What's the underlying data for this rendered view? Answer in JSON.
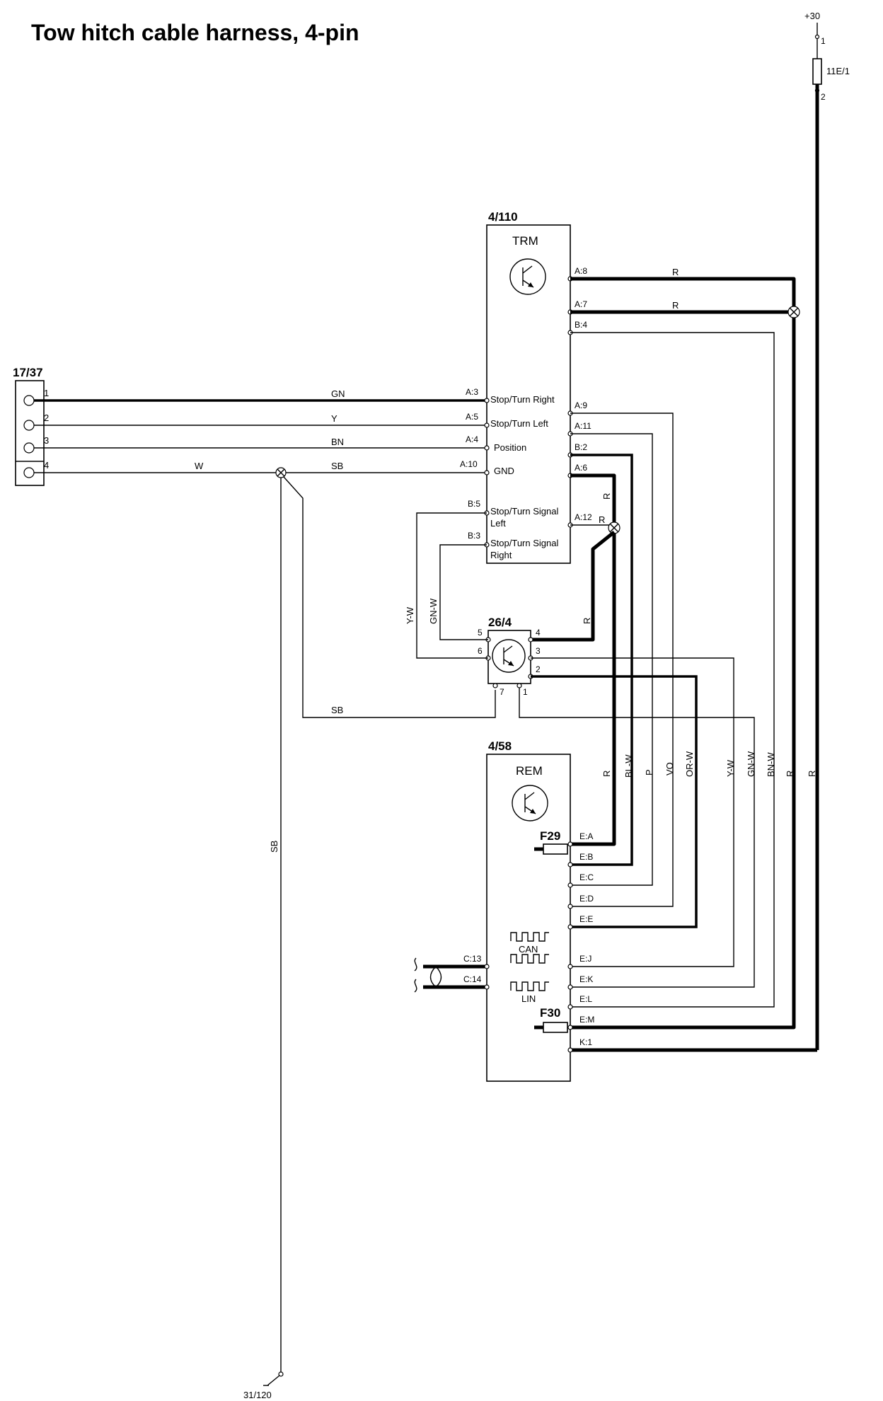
{
  "title": "Tow hitch cable harness, 4-pin",
  "supply": {
    "label": "+30",
    "fuse": "11E/1",
    "pin_top": "1",
    "pin_bottom": "2"
  },
  "connector_1737": {
    "ref": "17/37",
    "pins": [
      {
        "num": "1",
        "wire": "GN"
      },
      {
        "num": "2",
        "wire": "Y"
      },
      {
        "num": "3",
        "wire": "BN"
      },
      {
        "num": "4",
        "wire": "W"
      }
    ]
  },
  "trm": {
    "ref": "4/110",
    "name": "TRM",
    "left_pins": [
      {
        "pin": "A:3",
        "signal": "Stop/Turn Right"
      },
      {
        "pin": "A:5",
        "signal": "Stop/Turn Left"
      },
      {
        "pin": "A:4",
        "signal": "Position"
      },
      {
        "pin": "A:10",
        "signal": "GND"
      },
      {
        "pin": "B:5",
        "signal": "Stop/Turn Signal",
        "signal2": "Left"
      },
      {
        "pin": "B:3",
        "signal": "Stop/Turn Signal",
        "signal2": "Right"
      }
    ],
    "right_pins": [
      "A:8",
      "A:7",
      "B:4",
      "A:9",
      "A:11",
      "B:2",
      "A:6",
      "A:12"
    ]
  },
  "relay": {
    "ref": "26/4",
    "pins": [
      "5",
      "6",
      "4",
      "3",
      "2",
      "7",
      "1"
    ]
  },
  "rem": {
    "ref": "4/58",
    "name": "REM",
    "fuses": [
      "F29",
      "F30"
    ],
    "right_pins": [
      "E:A",
      "E:B",
      "E:C",
      "E:D",
      "E:E",
      "E:J",
      "E:K",
      "E:L",
      "E:M",
      "K:1"
    ],
    "left_pins": [
      "C:13",
      "C:14"
    ],
    "bus": [
      "CAN",
      "LIN"
    ]
  },
  "wires": {
    "gn": "GN",
    "y": "Y",
    "bn": "BN",
    "w": "W",
    "sb": "SB",
    "r": "R",
    "yw": "Y-W",
    "gnw": "GN-W",
    "blw": "BL-W",
    "p": "P",
    "vo": "VO",
    "orw": "OR-W",
    "bnw": "BN-W"
  },
  "ground": {
    "ref": "31/120"
  }
}
